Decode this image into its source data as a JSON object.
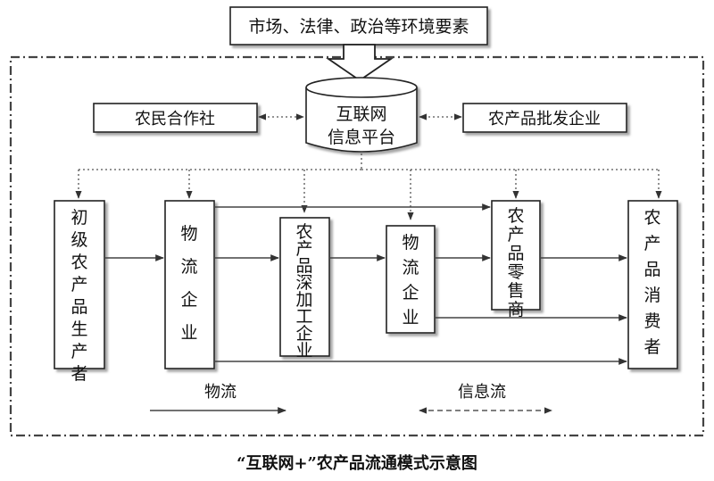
{
  "env_label": "市场、法律、政治等环境要素",
  "platform": {
    "line1": "互联网",
    "line2": "信息平台"
  },
  "coop_label": "农民合作社",
  "wholesale_label": "农产品批发企业",
  "producer_label": "初级农产品生产者",
  "logistics1_label": "物流企业",
  "processing_label": "农产品深加工企业",
  "logistics2_label": "物流企业",
  "retail_label": "农产品零售商",
  "consumer_label": "农产品消费者",
  "legend": {
    "logistics": "物流",
    "information": "信息流"
  },
  "caption": "“互联网+”农产品流通模式示意图"
}
